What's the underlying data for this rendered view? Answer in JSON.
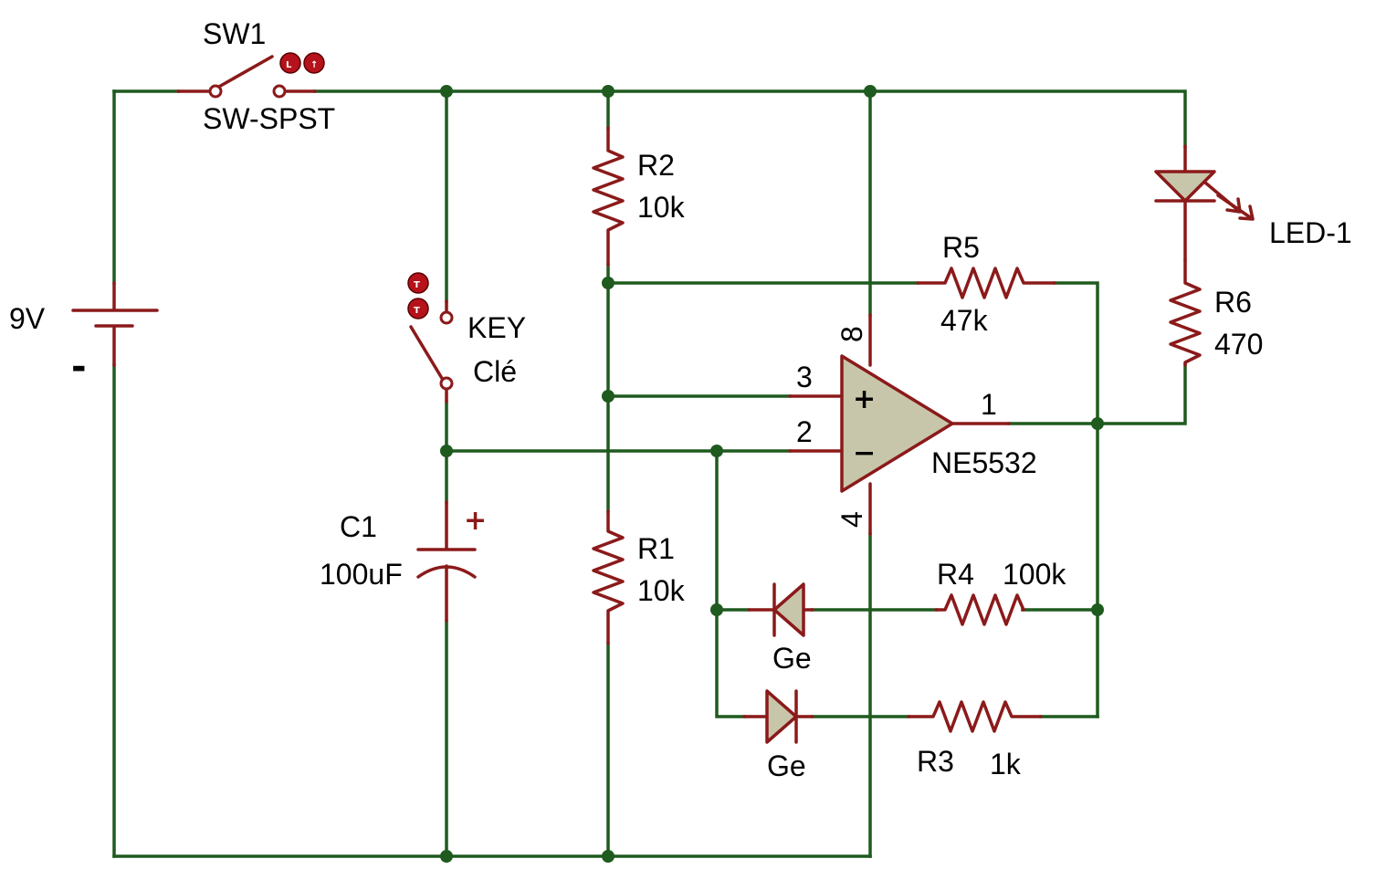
{
  "battery": {
    "voltage": "9V",
    "minus": "-"
  },
  "sw1": {
    "ref": "SW1",
    "type": "SW-SPST"
  },
  "key": {
    "ref": "KEY",
    "value": "Clé"
  },
  "c1": {
    "ref": "C1",
    "value": "100uF",
    "plus": "+"
  },
  "r1": {
    "ref": "R1",
    "value": "10k"
  },
  "r2": {
    "ref": "R2",
    "value": "10k"
  },
  "r3": {
    "ref": "R3",
    "value": "1k"
  },
  "r4": {
    "ref": "R4",
    "value": "100k"
  },
  "r5": {
    "ref": "R5",
    "value": "47k"
  },
  "r6": {
    "ref": "R6",
    "value": "470"
  },
  "led": {
    "ref": "LED-1"
  },
  "opamp": {
    "part": "NE5532",
    "pin_noninv": "3",
    "pin_inv": "2",
    "pin_out": "1",
    "pin_vcc": "8",
    "pin_gnd": "4",
    "plus": "+",
    "minus": "−"
  },
  "diodes": {
    "d_upper": "Ge",
    "d_lower": "Ge"
  },
  "colors": {
    "wire": "#1f5a1f",
    "component": "#8b1a1a",
    "body_fill": "#c8c6aa",
    "pin_marker": "#b5121b"
  }
}
